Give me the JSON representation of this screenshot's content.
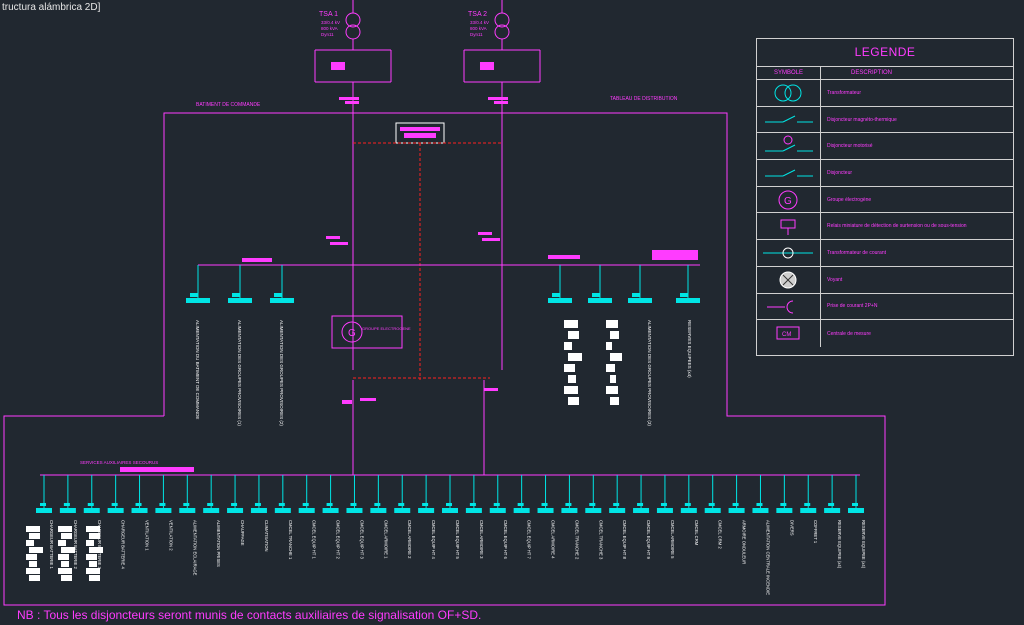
{
  "window": {
    "title": "tructura alámbrica 2D]"
  },
  "transformers": [
    {
      "label": "TSA 1",
      "spec": [
        "33/0.4 kV",
        "800 kVA",
        "Dyn11"
      ]
    },
    {
      "label": "TSA 2",
      "spec": [
        "33/0.4 kV",
        "800 kVA",
        "Dyn11"
      ]
    }
  ],
  "zones": {
    "command": "BATIMENT DE COMMANDE",
    "distribution": "TABLEAU DE DISTRIBUTION"
  },
  "generator": {
    "symbol": "G",
    "label": "GROUPE ELECTROGENE"
  },
  "mid_feeders_left": [
    "ALIMENTATION DU BATIMENT DE COMMANDE",
    "ALIMENTATION DES GROUPES PROVISOIRES (1)",
    "ALIMENTATION DES GROUPES PROVISOIRES (2)"
  ],
  "mid_feeders_right": [
    "ALIMENTATION DES GROUPES PROVISOIRES (3)",
    "RESERVES EQUIPEES (x4)"
  ],
  "aux_bus_label": "SERVICES AUXILIAIRES SECOURUS",
  "bottom_feeders": [
    "CHARGEUR BATTERIE 1",
    "CHARGEUR BATTERIE 2",
    "CHARGEUR BATTERIE 3",
    "CHARGEUR BATTERIE 4",
    "VENTILATION 1",
    "VENTILATION 2",
    "ALIMENTATION ECLAIRAGE",
    "ALIMENTATION PRISES",
    "CHAUFFAGE",
    "CLIMATISATION",
    "CMCEL TRANCHE 1",
    "CMCEL EQUIP HT 1",
    "CMCEL EQUIP HT 2",
    "CMCEL EQUIP HT 3",
    "CMCEL ARMOIRE 1",
    "CMCEL ARMOIRE 2",
    "CMCEL EQUIP HT 4",
    "CMCEL EQUIP HT 5",
    "CMCEL ARMOIRE 3",
    "CMCEL EQUIP HT 6",
    "CMCEL EQUIP HT 7",
    "CMCEL ARMOIRE 4",
    "CMCEL TRANCHE 2",
    "CMCEL TRANCHE 3",
    "CMCEL EQUIP HT 8",
    "CMCEL EQUIP HT 9",
    "CMCEL ARMOIRE 5",
    "CMCEL CRM",
    "CMCEL CRM 2",
    "ARMOIRE ONDULEUR",
    "ALIMENTATION CENTRALE INCENDIE",
    "DIVERS",
    "COFFRET 1",
    "RESERVE EQUIPEE (x4)",
    "RESERVE EQUIPEE (x4)"
  ],
  "note": "NB : Tous les disjoncteurs seront munis de contacts auxiliaires de signalisation OF+SD.",
  "legend": {
    "title": "LEGENDE",
    "col_symbol": "SYMBOLE",
    "col_description": "DESCRIPTION",
    "rows": [
      {
        "icon": "transformer-icon",
        "description": "Transformateur"
      },
      {
        "icon": "magnetothermal-breaker-icon",
        "description": "Disjoncteur magnéto-thermique"
      },
      {
        "icon": "motorized-breaker-icon",
        "description": "Disjoncteur motorisé"
      },
      {
        "icon": "breaker-icon",
        "description": "Disjoncteur"
      },
      {
        "icon": "generator-icon",
        "description": "Groupe électrogène"
      },
      {
        "icon": "relay-icon",
        "description": "Relais miniature de détection de surtension ou de sous-tension"
      },
      {
        "icon": "current-transformer-icon",
        "description": "Transformateur de courant"
      },
      {
        "icon": "lamp-icon",
        "description": "Voyant"
      },
      {
        "icon": "socket-icon",
        "description": "Prise de courant 2P+N"
      },
      {
        "icon": "measurement-unit-icon",
        "description": "Centrale de mesure"
      }
    ],
    "cm_label": "CM"
  },
  "colors": {
    "background": "#212830",
    "bus": "#ff3cff",
    "feeder": "#00e5e5",
    "tie": "#ff2020",
    "text": "#ff3cff",
    "white": "#ffffff",
    "legend_border": "#d0d0d0"
  }
}
